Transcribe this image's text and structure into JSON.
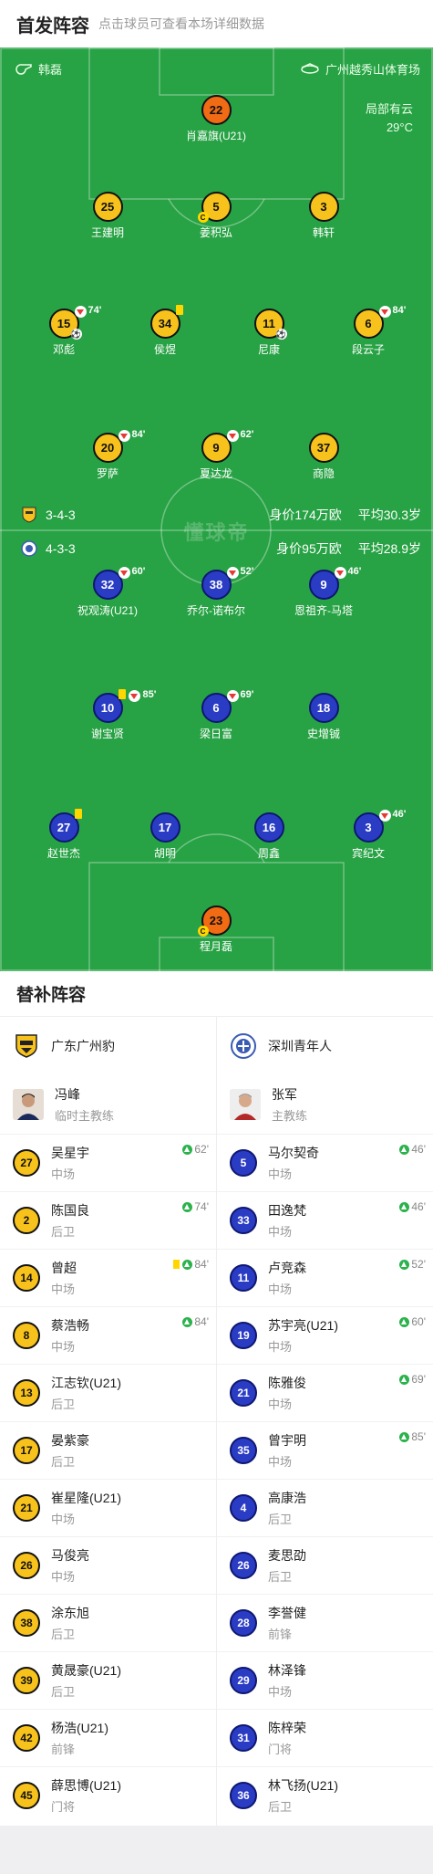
{
  "header": {
    "title": "首发阵容",
    "subtitle": "点击球员可查看本场详细数据"
  },
  "match_info": {
    "referee": "韩磊",
    "stadium": "广州越秀山体育场",
    "weather": "局部有云",
    "temperature": "29°C"
  },
  "watermark": "懂球帝",
  "home": {
    "formation": "3-4-3",
    "value": "身价174万欧",
    "avg_age": "平均30.3岁",
    "players": [
      {
        "no": "22",
        "name": "肖嘉旗(U21)",
        "gk": true
      },
      {
        "no": "25",
        "name": "王建明"
      },
      {
        "no": "5",
        "name": "姜积弘",
        "captain": true
      },
      {
        "no": "3",
        "name": "韩轩"
      },
      {
        "no": "15",
        "name": "邓彪",
        "sub_out": "74'",
        "goal": true
      },
      {
        "no": "34",
        "name": "侯煜",
        "yellow": true
      },
      {
        "no": "11",
        "name": "尼康",
        "goal": true
      },
      {
        "no": "6",
        "name": "段云子",
        "sub_out": "84'"
      },
      {
        "no": "20",
        "name": "罗萨",
        "sub_out": "84'"
      },
      {
        "no": "9",
        "name": "夏达龙",
        "sub_out": "62'"
      },
      {
        "no": "37",
        "name": "商隐"
      }
    ]
  },
  "away": {
    "formation": "4-3-3",
    "value": "身价95万欧",
    "avg_age": "平均28.9岁",
    "players": [
      {
        "no": "32",
        "name": "祝观涛(U21)",
        "sub_out": "60'"
      },
      {
        "no": "38",
        "name": "乔尔-诺布尔",
        "sub_out": "52'"
      },
      {
        "no": "9",
        "name": "恩祖齐-马塔",
        "sub_out": "46'"
      },
      {
        "no": "10",
        "name": "谢宝贤",
        "sub_out": "85'",
        "yellow": true
      },
      {
        "no": "6",
        "name": "梁日富",
        "sub_out": "69'"
      },
      {
        "no": "18",
        "name": "史增铖"
      },
      {
        "no": "27",
        "name": "赵世杰",
        "yellow": true
      },
      {
        "no": "17",
        "name": "胡明"
      },
      {
        "no": "16",
        "name": "周鑫"
      },
      {
        "no": "3",
        "name": "宾纪文",
        "sub_out": "46'"
      },
      {
        "no": "23",
        "name": "程月磊",
        "gk": true,
        "captain": true
      }
    ]
  },
  "subs": {
    "title": "替补阵容",
    "home": {
      "team": "广东广州豹",
      "coach": "冯峰",
      "coach_role": "临时主教练",
      "players": [
        {
          "no": "27",
          "name": "吴星宇",
          "pos": "中场",
          "in": "62'"
        },
        {
          "no": "2",
          "name": "陈国良",
          "pos": "后卫",
          "in": "74'"
        },
        {
          "no": "14",
          "name": "曾超",
          "pos": "中场",
          "in": "84'",
          "yellow": true
        },
        {
          "no": "8",
          "name": "蔡浩畅",
          "pos": "中场",
          "in": "84'"
        },
        {
          "no": "13",
          "name": "江志钦(U21)",
          "pos": "后卫"
        },
        {
          "no": "17",
          "name": "晏紫豪",
          "pos": "后卫"
        },
        {
          "no": "21",
          "name": "崔星隆(U21)",
          "pos": "中场"
        },
        {
          "no": "26",
          "name": "马俊亮",
          "pos": "中场"
        },
        {
          "no": "38",
          "name": "涂东旭",
          "pos": "后卫"
        },
        {
          "no": "39",
          "name": "黄晟豪(U21)",
          "pos": "后卫"
        },
        {
          "no": "42",
          "name": "杨浩(U21)",
          "pos": "前锋"
        },
        {
          "no": "45",
          "name": "薛思博(U21)",
          "pos": "门将"
        }
      ]
    },
    "away": {
      "team": "深圳青年人",
      "coach": "张军",
      "coach_role": "主教练",
      "players": [
        {
          "no": "5",
          "name": "马尔契奇",
          "pos": "中场",
          "in": "46'"
        },
        {
          "no": "33",
          "name": "田逸梵",
          "pos": "中场",
          "in": "46'"
        },
        {
          "no": "11",
          "name": "卢竞森",
          "pos": "中场",
          "in": "52'"
        },
        {
          "no": "19",
          "name": "苏宇亮(U21)",
          "pos": "中场",
          "in": "60'"
        },
        {
          "no": "21",
          "name": "陈雅俊",
          "pos": "中场",
          "in": "69'"
        },
        {
          "no": "35",
          "name": "曾宇明",
          "pos": "中场",
          "in": "85'"
        },
        {
          "no": "4",
          "name": "高康浩",
          "pos": "后卫"
        },
        {
          "no": "26",
          "name": "麦思劭",
          "pos": "后卫"
        },
        {
          "no": "28",
          "name": "李誉健",
          "pos": "前锋"
        },
        {
          "no": "29",
          "name": "林泽锋",
          "pos": "中场"
        },
        {
          "no": "31",
          "name": "陈梓荣",
          "pos": "门将"
        },
        {
          "no": "36",
          "name": "林飞扬(U21)",
          "pos": "后卫"
        }
      ]
    }
  }
}
